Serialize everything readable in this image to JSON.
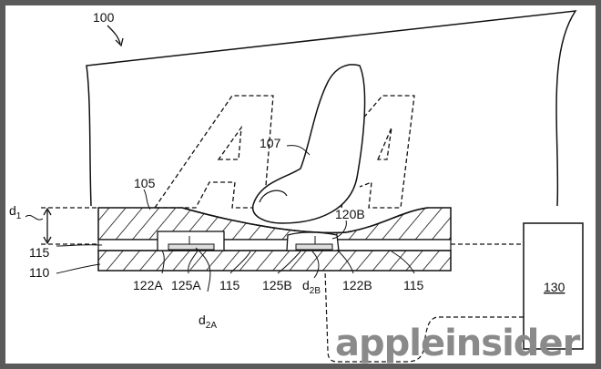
{
  "figure_number": "100",
  "labels": {
    "finger": "107",
    "cover": "105",
    "d1": "d",
    "d1_sub": "1",
    "gap_left": "115",
    "base": "110",
    "l122A": "122A",
    "l125A": "125A",
    "l115_mid": "115",
    "l125B": "125B",
    "d2B": "d",
    "d2B_sub": "2B",
    "l122B": "122B",
    "l115_right": "115",
    "d2A": "d",
    "d2A_sub": "2A",
    "l120B": "120B",
    "controller": "130"
  },
  "watermark": "appleinsider"
}
